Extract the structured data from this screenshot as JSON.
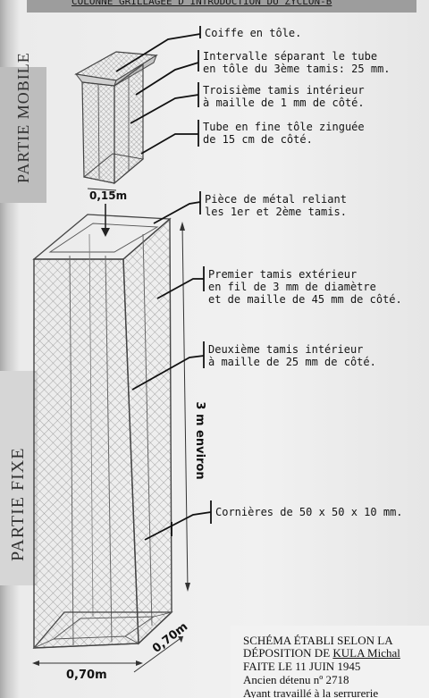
{
  "title": "COLONNE GRILLAGÉE D'INTRODUCTION DU ZYCLON-B",
  "sections": {
    "mobile": "PARTIE MOBILE",
    "fixe": "PARTIE FIXE"
  },
  "labels": [
    {
      "lines": [
        "Coiffe en tôle."
      ]
    },
    {
      "lines": [
        "Intervalle séparant le tube",
        "en tôle du 3ème tamis: 25 mm."
      ]
    },
    {
      "lines": [
        "Troisième tamis intérieur",
        "à maille de 1 mm de côté."
      ]
    },
    {
      "lines": [
        "Tube en fine tôle zinguée",
        "de 15 cm de côté."
      ]
    },
    {
      "lines": [
        "Pièce de métal reliant",
        "les 1er et 2ème tamis."
      ]
    },
    {
      "lines": [
        "Premier tamis extérieur",
        "en fil de 3 mm de diamètre",
        "et de maille de 45 mm de côté."
      ]
    },
    {
      "lines": [
        "Deuxième tamis intérieur",
        "à maille de 25 mm de côté."
      ]
    },
    {
      "lines": [
        "Cornières de 50 x 50 x 10 mm."
      ]
    }
  ],
  "dimensions": {
    "mobile_width": "0,15m",
    "height": "3 m environ",
    "base_width": "0,70m",
    "base_depth": "0,70m"
  },
  "caption": {
    "line1": "SCHÉMA ÉTABLI SELON LA",
    "line2_prefix": "DÉPOSITION DE ",
    "line2_name": "KULA Michal",
    "line3": "FAITE LE 11 JUIN 1945",
    "line4": "Ancien détenu nº 2718",
    "line5": "Ayant travaillé à la serrurerie"
  }
}
